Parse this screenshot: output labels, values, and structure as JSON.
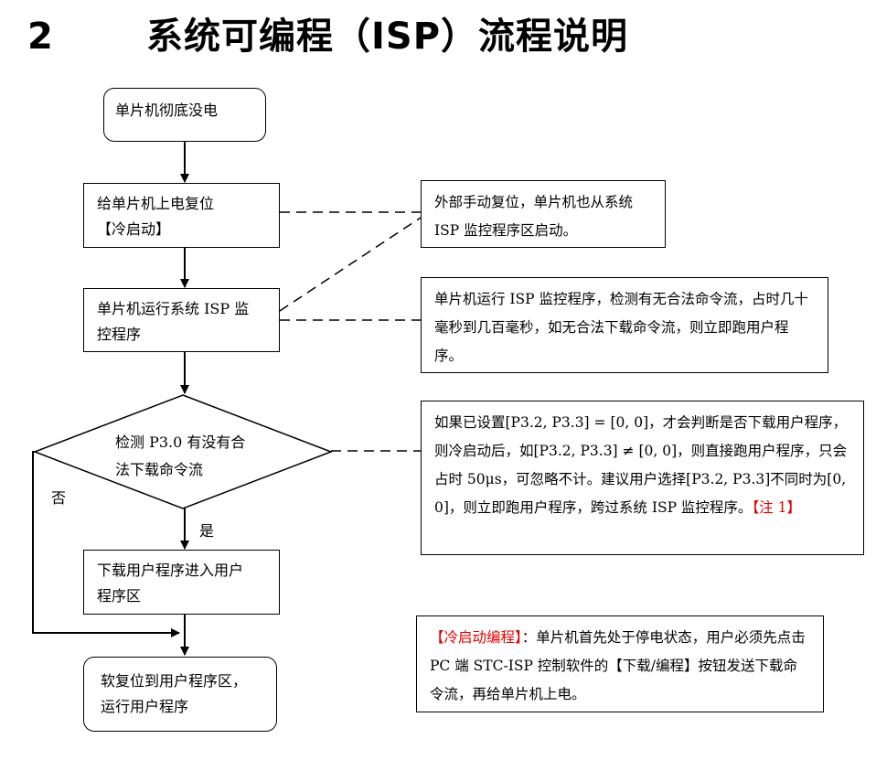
{
  "heading": {
    "number": "2",
    "title": "系统可编程（ISP）流程说明"
  },
  "flow": {
    "start": "单片机彻底没电",
    "power_on_line1": "给单片机上电复位",
    "power_on_line2": "【冷启动】",
    "run_isp_line1": "单片机运行系统 ISP 监",
    "run_isp_line2": "控程序",
    "decision_line1": "检测 P3.0 有没有合",
    "decision_line2": "法下载命令流",
    "no_label": "否",
    "yes_label": "是",
    "download_line1": "下载用户程序进入用户",
    "download_line2": "程序区",
    "soft_reset_line1": "软复位到用户程序区，",
    "soft_reset_line2": "运行用户程序"
  },
  "notes": {
    "manual_reset": "外部手动复位，单片机也从系统 ISP 监控程序区启动。",
    "isp_monitor": "单片机运行 ISP 监控程序，检测有无合法命令流，占时几十毫秒到几百毫秒，如无合法下载命令流，则立即跑用户程序。",
    "p32_setting": "如果已设置[P3.2, P3.3] = [0, 0]，才会判断是否下载用户程序，则冷启动后，如[P3.2, P3.3] ≠ [0, 0]，则直接跑用户程序，只会占时 50μs，可忽略不计。建议用户选择[P3.2, P3.3]不同时为[0, 0]，则立即跑用户程序，跨过系统 ISP 监控程序。",
    "p32_note_ref": "【注 1】",
    "cold_start_label": "【冷启动编程】",
    "cold_start_text": "：单片机首先处于停电状态，用户必须先点击 PC 端 STC-ISP 控制软件的【下载/编程】按钮发送下载命令流，再给单片机上电。"
  },
  "colors": {
    "accent_red": "#e00000",
    "line": "#000000"
  }
}
